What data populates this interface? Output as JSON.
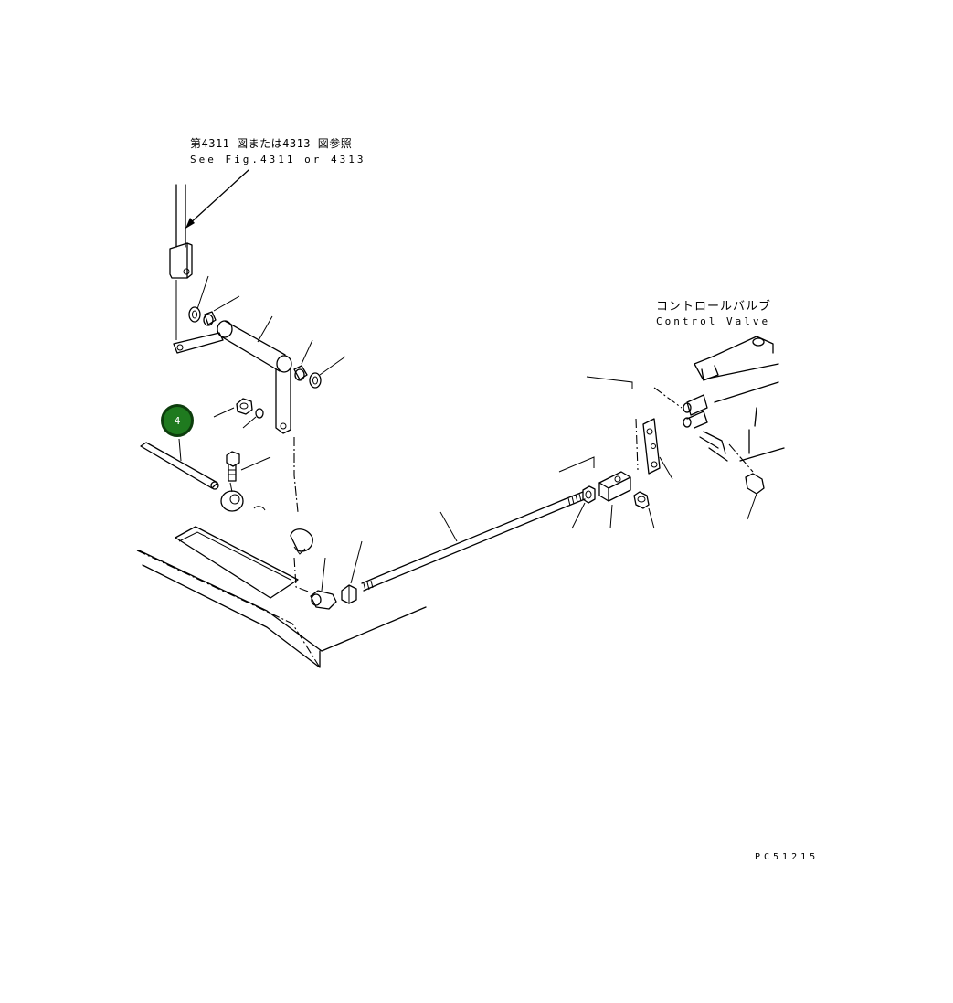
{
  "reference_note": {
    "japanese": "第4311 図または4313 図参照",
    "english": "See Fig.4311 or 4313"
  },
  "control_valve": {
    "japanese": "コントロールバルブ",
    "english": "Control Valve"
  },
  "callout": {
    "number": "4",
    "fill_color": "#1f7a1f",
    "border_color": "#0d3d0d"
  },
  "drawing_code": "PC51215"
}
